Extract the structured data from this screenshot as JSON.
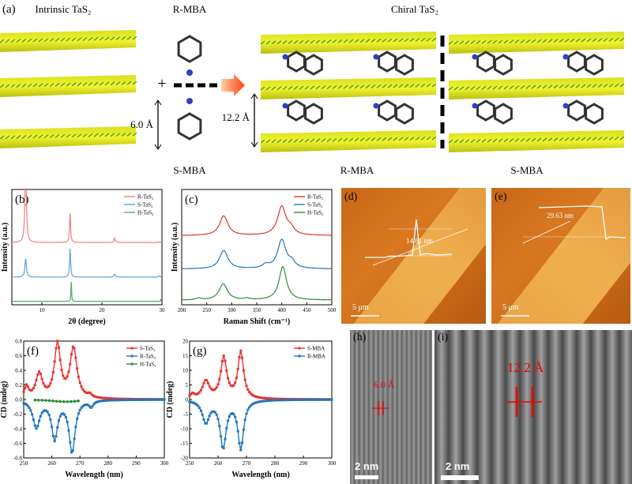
{
  "panel_a": {
    "label": "(a)",
    "intrinsic_title": "Intrinsic TaS₂",
    "r_mba_title": "R-MBA",
    "s_mba_title": "S-MBA",
    "chiral_title": "Chiral TaS₂",
    "plus": "+",
    "spacing_intrinsic": "6.0 Å",
    "spacing_chiral": "12.2 Å",
    "chiral_left_label": "R-MBA",
    "chiral_right_label": "S-MBA"
  },
  "panel_d": {
    "label": "(d)",
    "height_label": "14.81 nm",
    "scale": "5 μm"
  },
  "panel_e": {
    "label": "(e)",
    "height_label": "29.63 nm",
    "scale": "5 μm"
  },
  "panel_h": {
    "label": "(h)",
    "spacing": "6.0 Å",
    "scale": "2 nm"
  },
  "panel_i": {
    "label": "(i)",
    "spacing": "12.2 Å",
    "scale": "2 nm"
  },
  "colors": {
    "red": "#e8332f",
    "blue": "#2277bb",
    "green": "#2e8b3c",
    "xrd_red": "#f08080",
    "xrd_blue": "#5ba3d9",
    "xrd_green": "#4caf6a"
  },
  "chart_data": [
    {
      "id": "b",
      "label": "(b)",
      "type": "line",
      "xlabel": "2θ (degree)",
      "ylabel": "Intensity (a.u.)",
      "xlim": [
        5,
        30
      ],
      "ylim": [
        0,
        10
      ],
      "xticks": [
        "10",
        "20",
        "30"
      ],
      "xtick_values": [
        10,
        20,
        30
      ],
      "legend": "top-right",
      "series": [
        {
          "name": "R-TaS₂",
          "baseline": 5.4,
          "peaks": [
            {
              "center": 7.3,
              "height": 9,
              "width": 0.12
            },
            {
              "center": 14.7,
              "height": 2.6,
              "width": 0.1
            },
            {
              "center": 22.1,
              "height": 0.4,
              "width": 0.12
            },
            {
              "center": 29.6,
              "height": 0.08,
              "width": 0.1
            }
          ]
        },
        {
          "name": "S-TaS₂",
          "baseline": 2.4,
          "peaks": [
            {
              "center": 7.3,
              "height": 1.6,
              "width": 0.15
            },
            {
              "center": 14.7,
              "height": 2.5,
              "width": 0.1
            },
            {
              "center": 22.1,
              "height": 0.25,
              "width": 0.15
            },
            {
              "center": 29.6,
              "height": 0.1,
              "width": 0.15
            }
          ]
        },
        {
          "name": "H-TaS₂",
          "baseline": 0.3,
          "peaks": [
            {
              "center": 14.9,
              "height": 2.1,
              "width": 0.05
            },
            {
              "center": 29.8,
              "height": 0.15,
              "width": 0.05
            }
          ]
        }
      ]
    },
    {
      "id": "c",
      "label": "(c)",
      "type": "line",
      "xlabel": "Raman Shift (cm⁻¹)",
      "ylabel": "Intensity (a.u.)",
      "xlim": [
        200,
        500
      ],
      "ylim": [
        0,
        10
      ],
      "xticks": [
        "200",
        "250",
        "300",
        "350",
        "400",
        "450",
        "500"
      ],
      "xtick_values": [
        200,
        250,
        300,
        350,
        400,
        450,
        500
      ],
      "legend": "top-right",
      "series": [
        {
          "name": "R-TaS₂",
          "baseline": 6.0,
          "peaks": [
            {
              "center": 284,
              "height": 1.7,
              "width": 10
            },
            {
              "center": 400,
              "height": 2.5,
              "width": 10
            },
            {
              "center": 418,
              "height": 0.5,
              "width": 8
            }
          ]
        },
        {
          "name": "S-TaS₂",
          "baseline": 3.1,
          "peaks": [
            {
              "center": 284,
              "height": 1.6,
              "width": 10
            },
            {
              "center": 400,
              "height": 2.5,
              "width": 10
            },
            {
              "center": 420,
              "height": 0.5,
              "width": 8
            },
            {
              "center": 368,
              "height": 0.3,
              "width": 8
            }
          ]
        },
        {
          "name": "H-TaS₂",
          "baseline": 0.4,
          "peaks": [
            {
              "center": 283,
              "height": 1.4,
              "width": 10
            },
            {
              "center": 402,
              "height": 2.9,
              "width": 9
            },
            {
              "center": 234,
              "height": 0.15,
              "width": 6
            },
            {
              "center": 330,
              "height": 0.12,
              "width": 6
            }
          ]
        }
      ]
    },
    {
      "id": "f",
      "label": "(f)",
      "type": "line",
      "xlabel": "Wavelength (nm)",
      "ylabel": "CD (mdeg)",
      "xlim": [
        250,
        300
      ],
      "ylim": [
        -0.8,
        0.8
      ],
      "xticks": [
        "250",
        "260",
        "270",
        "280",
        "290",
        "300"
      ],
      "xtick_values": [
        250,
        260,
        270,
        280,
        290,
        300
      ],
      "yticks": [
        "-0.8",
        "-0.6",
        "-0.4",
        "-0.2",
        "0.0",
        "0.2",
        "0.4",
        "0.6",
        "0.8"
      ],
      "ytick_values": [
        -0.8,
        -0.6,
        -0.4,
        -0.2,
        0,
        0.2,
        0.4,
        0.6,
        0.8
      ],
      "legend": "top-right",
      "series": [
        {
          "name": "S-TaS₂",
          "marker": "square",
          "peaks": [
            {
              "center": 251,
              "height": 0.16,
              "width": 0.9
            },
            {
              "center": 255.5,
              "height": 0.34,
              "width": 1.4
            },
            {
              "center": 262,
              "height": 0.74,
              "width": 1.3
            },
            {
              "center": 267.7,
              "height": 0.69,
              "width": 1.5
            },
            {
              "center": 273.5,
              "height": 0.04,
              "width": 0.8
            }
          ]
        },
        {
          "name": "R-TaS₂",
          "marker": "star",
          "peaks": [
            {
              "center": 254.5,
              "height": -0.37,
              "width": 1.5
            },
            {
              "center": 261,
              "height": -0.52,
              "width": 1.3
            },
            {
              "center": 267.2,
              "height": -0.71,
              "width": 1.3
            },
            {
              "center": 274,
              "height": -0.08,
              "width": 0.9
            }
          ]
        },
        {
          "name": "H-TaS₂",
          "marker": "circle",
          "range": [
            254,
            270
          ],
          "peaks": [
            {
              "center": 265,
              "height": -0.03,
              "width": 6
            }
          ]
        }
      ]
    },
    {
      "id": "g",
      "label": "(g)",
      "type": "line",
      "xlabel": "Wavelength (nm)",
      "ylabel": "CD (mdeg)",
      "xlim": [
        250,
        300
      ],
      "ylim": [
        -20,
        20
      ],
      "xticks": [
        "250",
        "260",
        "270",
        "280",
        "290",
        "300"
      ],
      "xtick_values": [
        250,
        260,
        270,
        280,
        290,
        300
      ],
      "yticks": [
        "-20",
        "-15",
        "-10",
        "-5",
        "0",
        "5",
        "10",
        "15",
        "20"
      ],
      "ytick_values": [
        -20,
        -15,
        -10,
        -5,
        0,
        5,
        10,
        15,
        20
      ],
      "legend": "top-right",
      "series": [
        {
          "name": "S-MBA",
          "marker": "square",
          "peaks": [
            {
              "center": 251,
              "height": 1.5,
              "width": 0.9
            },
            {
              "center": 255.7,
              "height": 6,
              "width": 1.5
            },
            {
              "center": 262,
              "height": 14,
              "width": 1.3
            },
            {
              "center": 268,
              "height": 16,
              "width": 1.2
            }
          ]
        },
        {
          "name": "R-MBA",
          "marker": "star",
          "peaks": [
            {
              "center": 255.7,
              "height": -7.5,
              "width": 1.5
            },
            {
              "center": 261.8,
              "height": -16,
              "width": 1.3
            },
            {
              "center": 268,
              "height": -16.5,
              "width": 1.2
            }
          ]
        }
      ]
    }
  ]
}
